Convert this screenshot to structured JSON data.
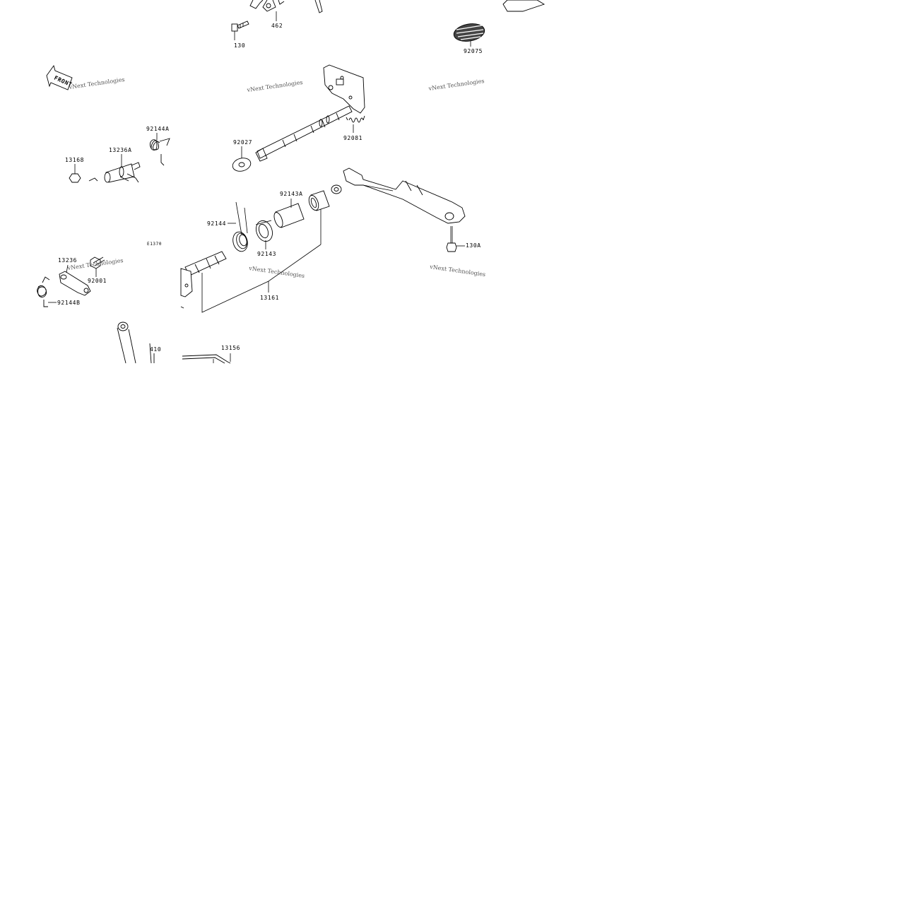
{
  "front_marker": "FRONT",
  "code": "E1370",
  "watermark": "vNext Technologies",
  "part_numbers": {
    "p130": "130",
    "p462": "462",
    "p92075": "92075",
    "p92144A": "92144A",
    "p13236A": "13236A",
    "p13168": "13168",
    "p92027": "92027",
    "p92081": "92081",
    "p92143A": "92143A",
    "p92144": "92144",
    "p92143": "92143",
    "p130A": "130A",
    "p13236": "13236",
    "p92001": "92001",
    "p92144B": "92144B",
    "p13161": "13161",
    "p410": "410",
    "p13156": "13156"
  }
}
